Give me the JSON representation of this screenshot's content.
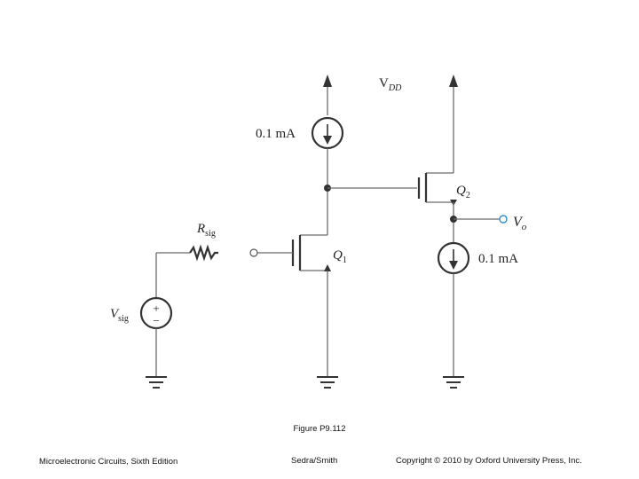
{
  "labels": {
    "vdd_main": "V",
    "vdd_sub": "DD",
    "current_top": "0.1 mA",
    "current_right": "0.1 mA",
    "q2_main": "Q",
    "q2_sub": "2",
    "q1_main": "Q",
    "q1_sub": "1",
    "vo_main": "V",
    "vo_sub": "o",
    "rsig_main": "R",
    "rsig_sub": "sig",
    "vsig_main": "V",
    "vsig_sub": "sig",
    "plus_sign": "+",
    "minus_sign": "−"
  },
  "colors": {
    "output_label": "#2a8fd6"
  },
  "caption": "Figure P9.112",
  "footer": {
    "left": "Microelectronic Circuits, Sixth Edition",
    "center": "Sedra/Smith",
    "right": "Copyright © 2010 by Oxford University Press, Inc."
  }
}
